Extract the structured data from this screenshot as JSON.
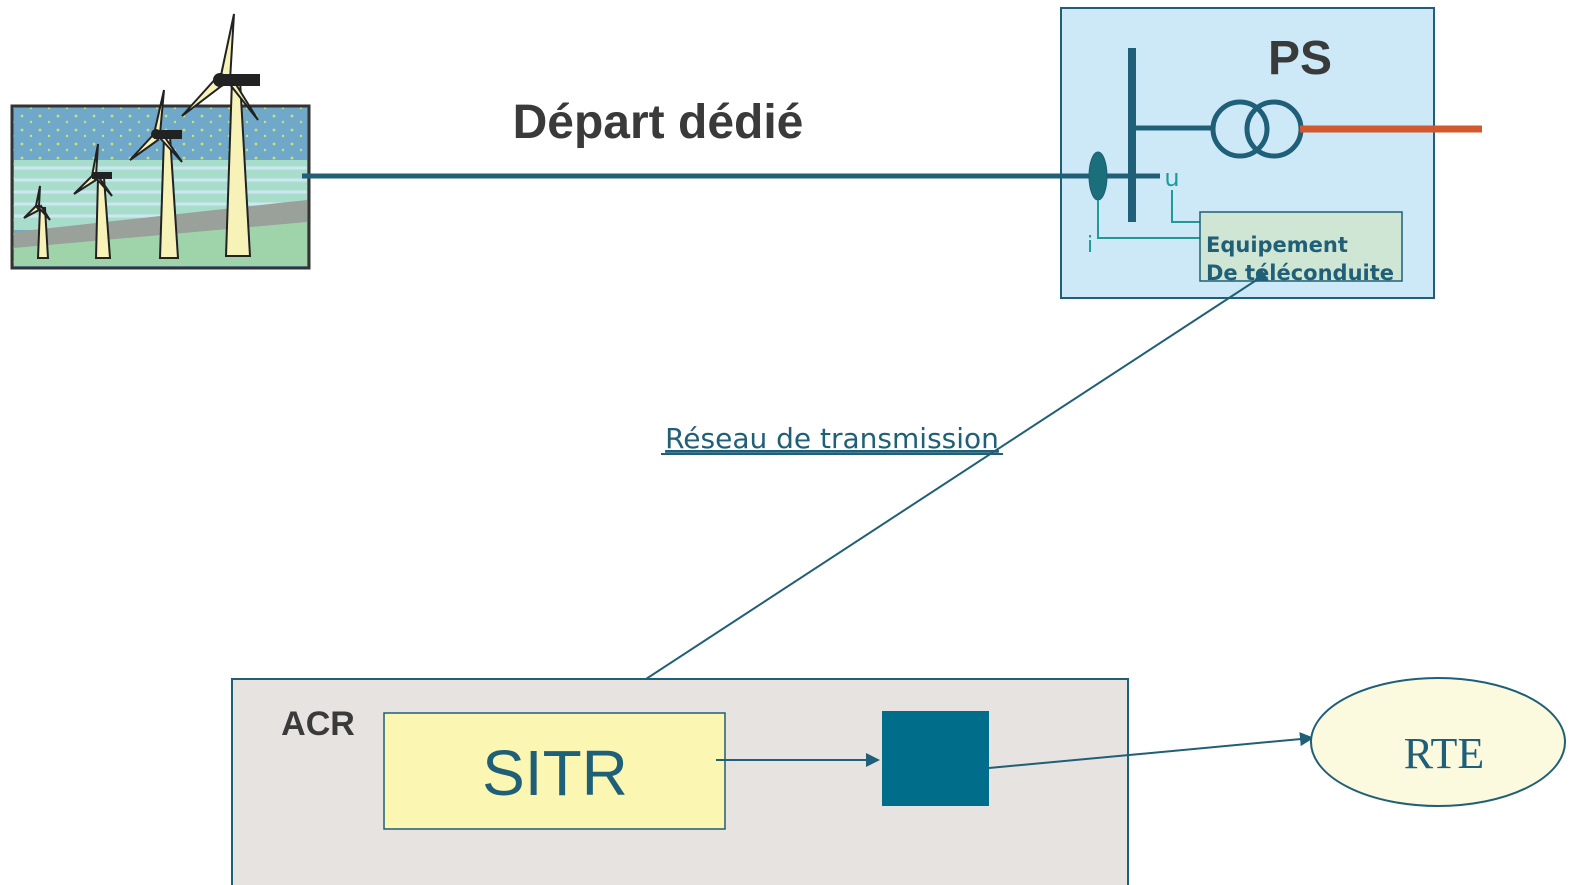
{
  "title": "Départ dédié",
  "substation": {
    "label": "PS",
    "voltage_label": "u",
    "current_label": "i"
  },
  "equipment": {
    "line1": "Equipement",
    "line2": "De téléconduite"
  },
  "network_link": {
    "label": "Réseau de transmission"
  },
  "acr": {
    "label": "ACR",
    "sitr_label": "SITR"
  },
  "rte": {
    "label": "RTE"
  },
  "colors": {
    "line": "#1f5f78",
    "ps_bg": "#cde9f8",
    "equipment_bg": "#cfe6d4",
    "acr_bg": "#e6e3e1",
    "sitr_bg": "#fbf6b2",
    "relay_box": "#006e8a",
    "rte_bg": "#fbfadf",
    "hv_line": "#d2582e",
    "signal": "#1f9a96"
  }
}
